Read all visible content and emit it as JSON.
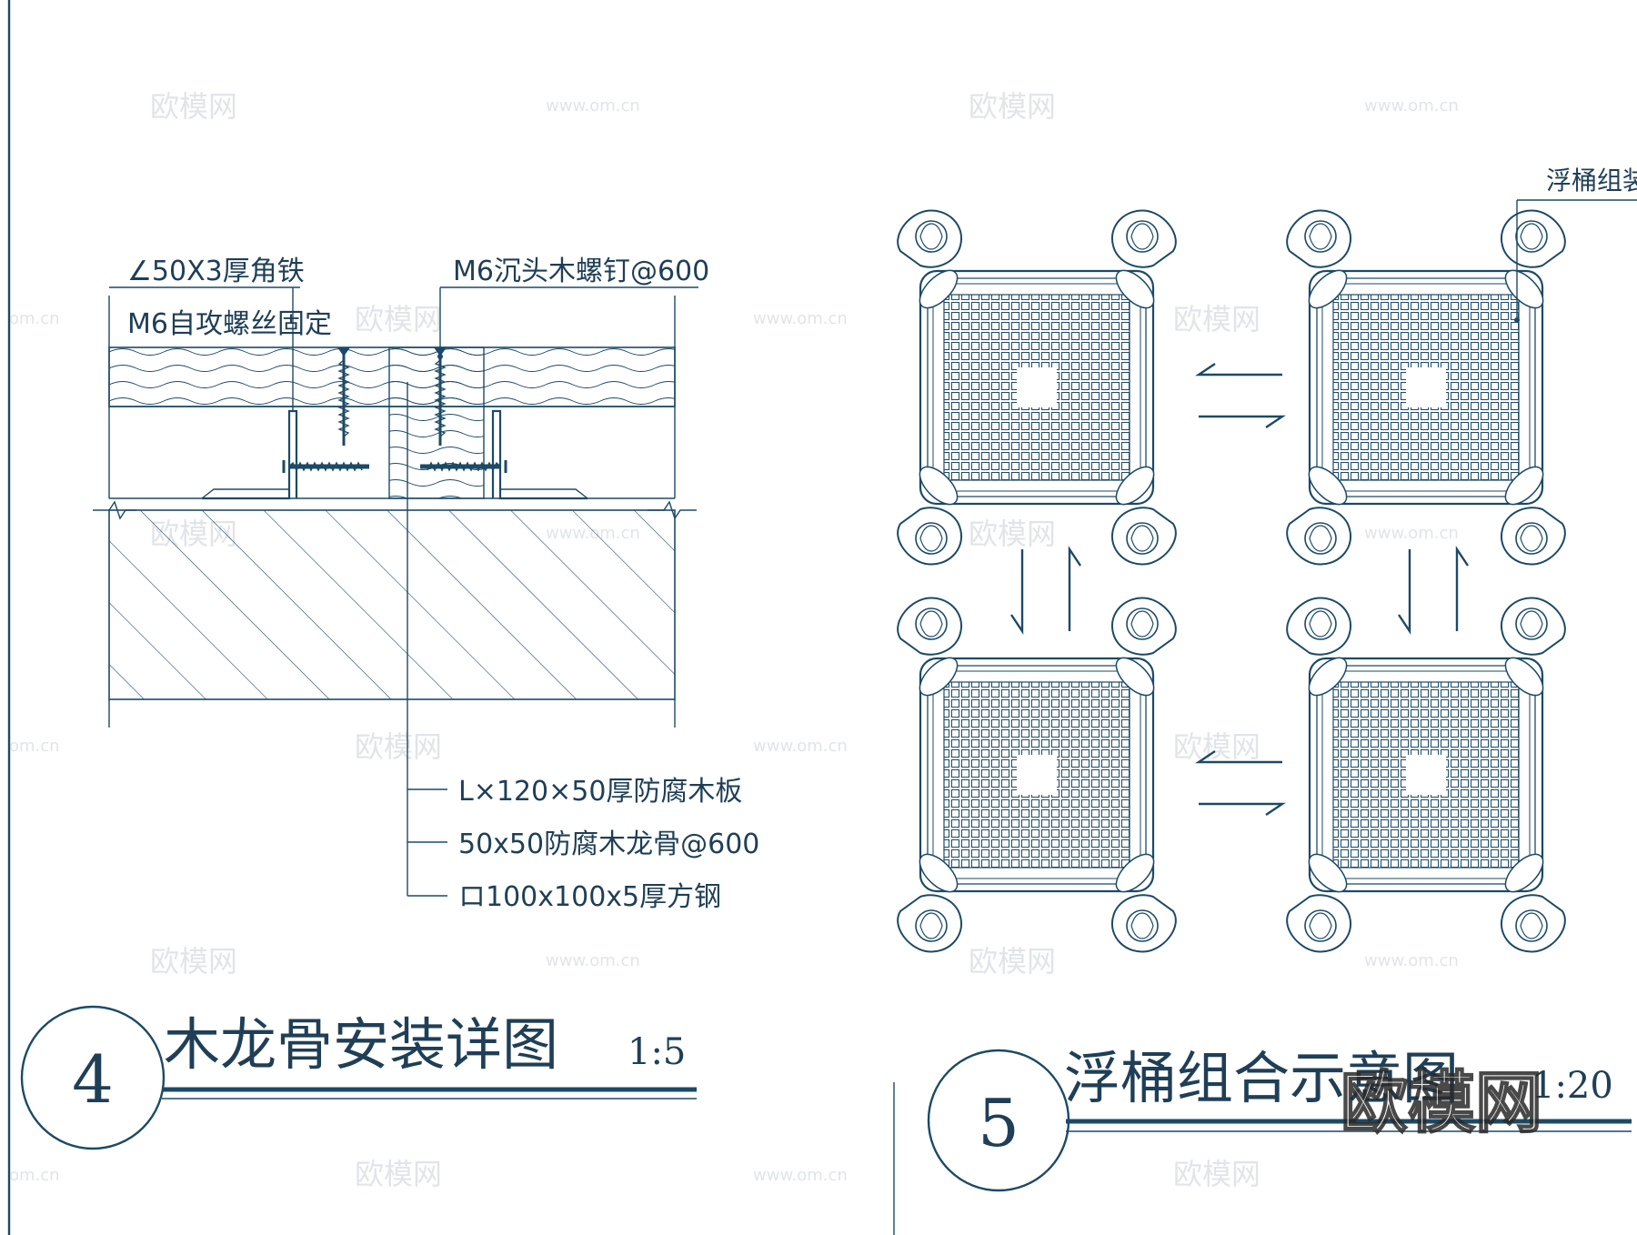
{
  "colors": {
    "line": "#1c4a66",
    "text": "#1f3f56",
    "watermark": "#c9cfd6"
  },
  "detail4": {
    "label_angle": "∠50X3厚角铁",
    "label_self_tap": "M6自攻螺丝固定",
    "label_countersunk": "M6沉头木螺钉@600",
    "label_board": "L×120×50厚防腐木板",
    "label_keel": "50x50防腐木龙骨@600",
    "label_steel": "ロ100x100x5厚方钢",
    "number": "4",
    "title": "木龙骨安装详图",
    "scale": "1:5"
  },
  "detail5": {
    "label_marker": "浮桶组装标",
    "number": "5",
    "title": "浮桶组合示意图",
    "scale": "1:20"
  },
  "watermark": {
    "logo": "欧模网",
    "url": "www.om.cn",
    "url_short": "om.cn",
    "big": "欧模网"
  }
}
